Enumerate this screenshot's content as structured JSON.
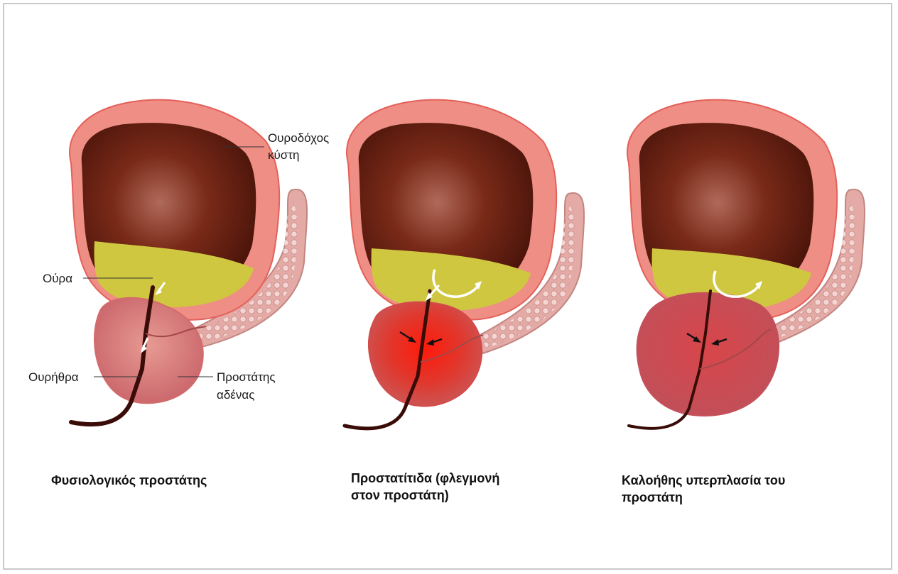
{
  "labels": {
    "bladder_line1": "Ουροδόχος",
    "bladder_line2": "κύστη",
    "urine": "Ούρα",
    "urethra": "Ουρήθρα",
    "prostate_line1": "Προστάτης",
    "prostate_line2": "αδένας"
  },
  "panels": [
    {
      "caption_line1": "Φυσιολογικός προστάτης",
      "caption_line2": ""
    },
    {
      "caption_line1": "Προστατίτιδα (φλεγμονή",
      "caption_line2": "στον προστάτη)"
    },
    {
      "caption_line1": "Καλοήθης υπερπλασία του",
      "caption_line2": "προστάτη"
    }
  ],
  "colors": {
    "bladder_wall": "#ef8e84",
    "bladder_inner": "#5a1a10",
    "urine": "#c8c23a",
    "prostate_normal": "#d87a78",
    "prostate_inflamed": "#e0201a",
    "prostate_enlarged": "#c94a4e"
  }
}
